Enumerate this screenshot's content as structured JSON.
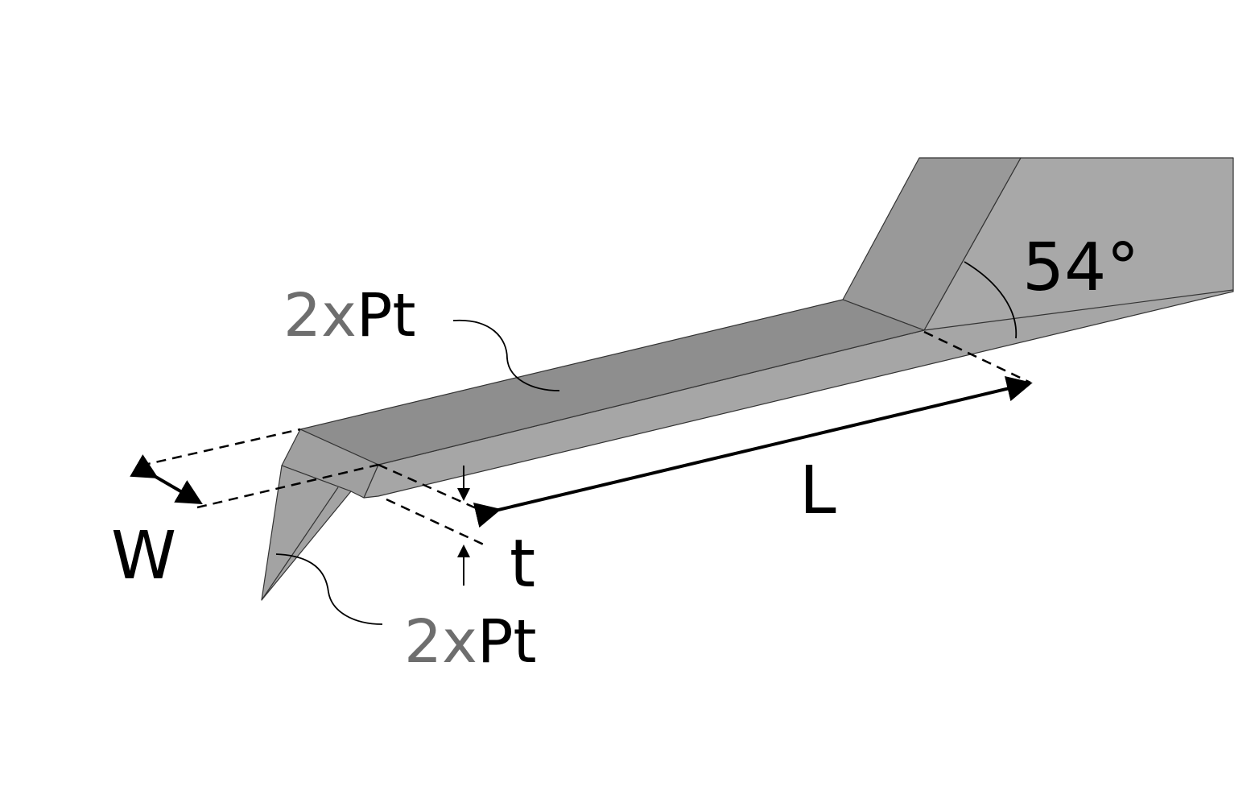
{
  "labels": {
    "top_coating_prefix": "2x",
    "top_coating_material": "Pt",
    "tip_coating_prefix": "2x",
    "tip_coating_material": "Pt",
    "angle": "54°",
    "length": "L",
    "width": "W",
    "thickness": "t"
  },
  "colors": {
    "prefix_gray": "#6e6e6e",
    "text": "#000000",
    "beam_top": "#8e8e8e",
    "beam_side": "#a6a6a6",
    "chip_top": "#999999",
    "chip_side": "#a8a8a8"
  }
}
